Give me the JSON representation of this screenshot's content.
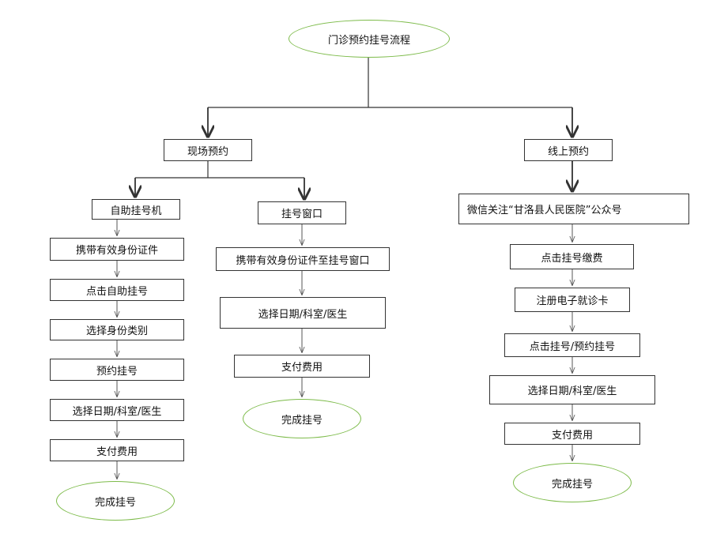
{
  "root": {
    "label": "门诊预约挂号流程"
  },
  "onsite": {
    "label": "现场预约"
  },
  "online": {
    "label": "线上预约"
  },
  "kiosk": {
    "label": "自助挂号机",
    "steps": [
      "携带有效身份证件",
      "点击自助挂号",
      "选择身份类别",
      "预约挂号",
      "选择日期/科室/医生",
      "支付费用"
    ],
    "end": "完成挂号"
  },
  "window": {
    "label": "挂号窗口",
    "steps": [
      "携带有效身份证件至挂号窗口",
      "选择日期/科室/医生",
      "支付费用"
    ],
    "end": "完成挂号"
  },
  "wechat": {
    "label": "微信关注“甘洛县人民医院”公众号",
    "steps": [
      "点击挂号缴费",
      "注册电子就诊卡",
      "点击挂号/预约挂号",
      "选择日期/科室/医生",
      "支付费用"
    ],
    "end": "完成挂号"
  },
  "colors": {
    "line": "#333333",
    "oval_border": "#7dbb4a"
  }
}
